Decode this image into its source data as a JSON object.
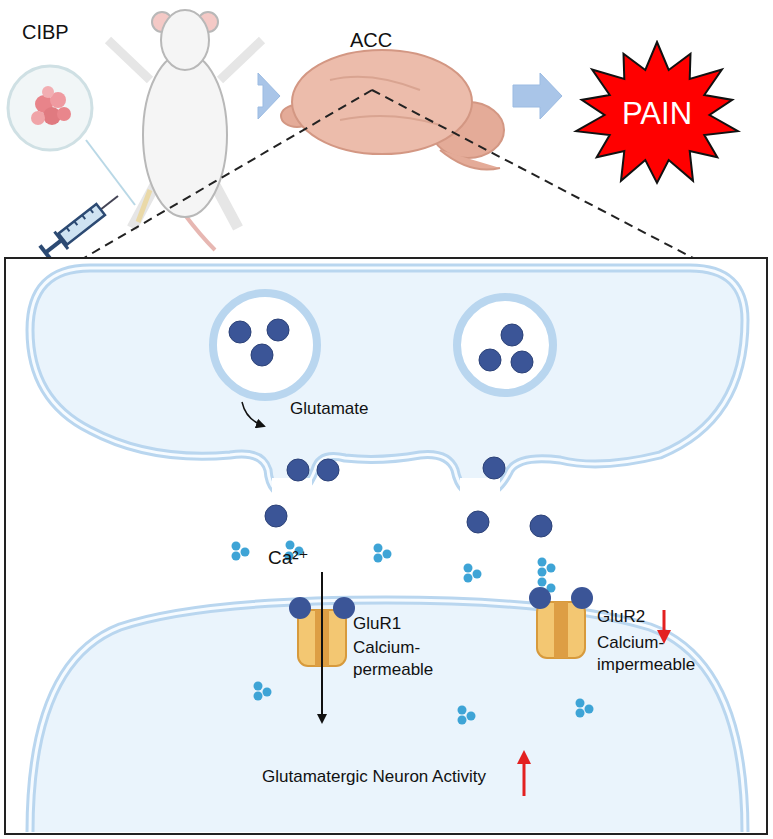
{
  "diagram": {
    "nodes": [
      {
        "text": [
          "CIBP"
        ]
      },
      {
        "text": [
          "ACC"
        ]
      },
      {
        "text": [
          "PAIN"
        ]
      }
    ],
    "edges": [
      {
        "from": 0,
        "to": 1,
        "arrow": "to"
      },
      {
        "from": 1,
        "to": 2,
        "arrow": "to"
      }
    ],
    "labels": [
      "Glutamate",
      "Ca²⁺",
      "GluR1",
      "Calcium- permeable",
      "GluR2",
      "Calcium- impermeable",
      "Glutamatergic Neuron Activity"
    ]
  }
}
